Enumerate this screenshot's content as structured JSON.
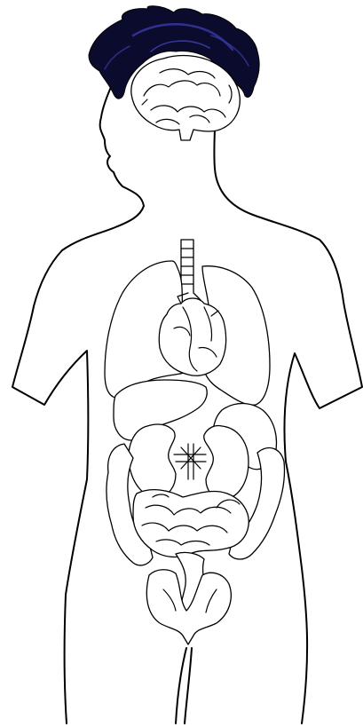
{
  "figure": {
    "colors": {
      "background": "#ffffff",
      "outline": "#000000",
      "organ_fill": "#ffffff",
      "hair": "#0b0b2e",
      "hair_highlight": "#3a3aa8"
    },
    "parts": [
      "body-outline",
      "hair",
      "brain",
      "trachea",
      "lungs",
      "heart",
      "liver",
      "stomach",
      "kidneys",
      "small-intestine",
      "large-intestine",
      "bladder"
    ]
  }
}
